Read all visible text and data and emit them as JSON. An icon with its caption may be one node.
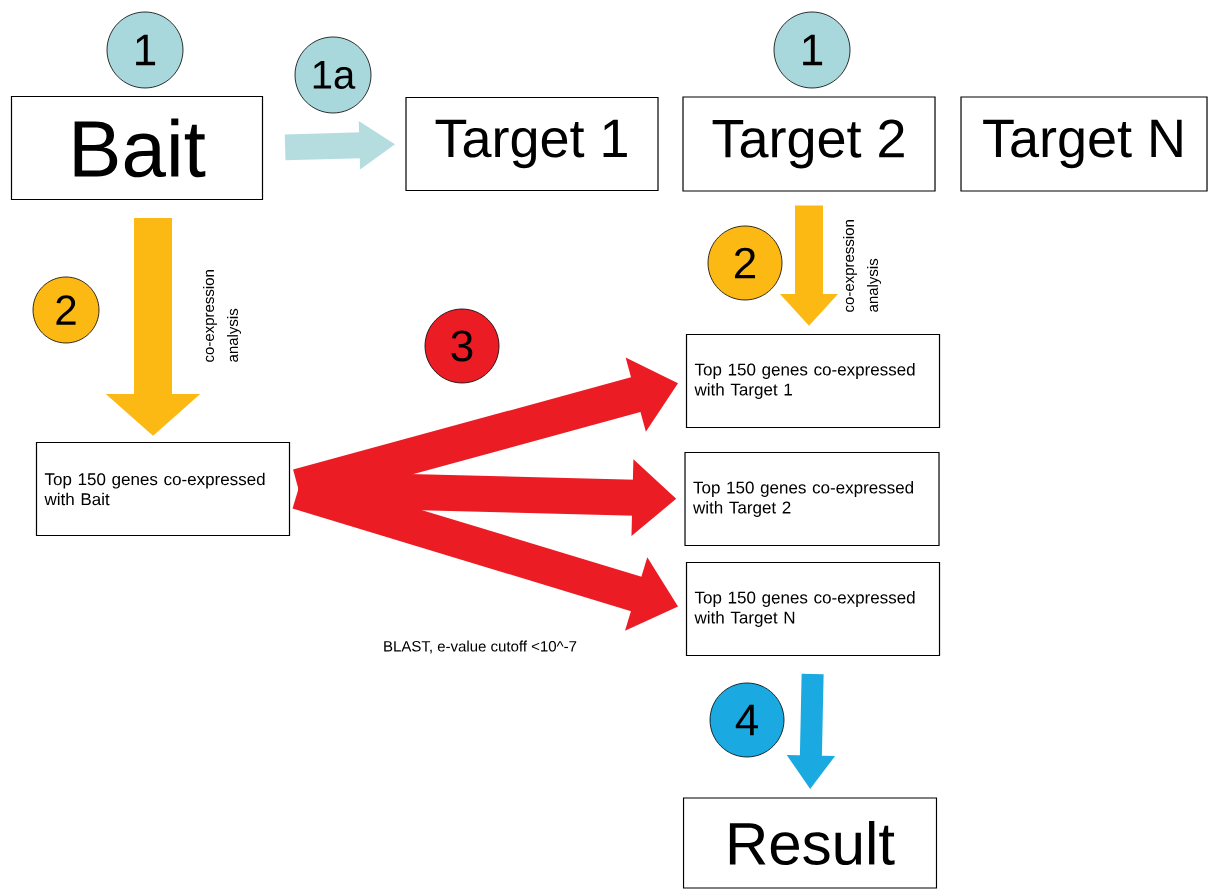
{
  "diagram": {
    "nodes": [
      {
        "text": [
          "1"
        ]
      },
      {
        "text": [
          "1a"
        ]
      },
      {
        "text": [
          "1"
        ]
      },
      {
        "text": [
          "Bait"
        ]
      },
      {
        "text": [
          "Target 1"
        ]
      },
      {
        "text": [
          "Target 2"
        ]
      },
      {
        "text": [
          "Target N"
        ]
      },
      {
        "text": [
          "2"
        ]
      },
      {
        "text": [
          "2"
        ]
      },
      {
        "text": [
          "3"
        ]
      },
      {
        "text": [
          "Top 150 genes co-expressed with Target 1"
        ]
      },
      {
        "text": [
          "Top 150 genes co-expressed with Bait"
        ]
      },
      {
        "text": [
          "Top 150 genes co-expressed with Target 2"
        ]
      },
      {
        "text": [
          "Top 150 genes co-expressed with Target N"
        ]
      },
      {
        "text": [
          "4"
        ]
      },
      {
        "text": [
          "Result"
        ]
      }
    ],
    "edges": [
      {
        "from": 3,
        "to": 4,
        "arrow": "to",
        "color": "#b5dde0"
      },
      {
        "from": 3,
        "to": 11,
        "arrow": "to",
        "label": "co-expression analysis",
        "color": "#fdb913"
      },
      {
        "from": 5,
        "to": 10,
        "arrow": "to",
        "label": "co-expression analysis",
        "color": "#fdb913"
      },
      {
        "from": 11,
        "to": 10,
        "arrow": "to",
        "color": "#ec1c24"
      },
      {
        "from": 11,
        "to": 12,
        "arrow": "to",
        "color": "#ec1c24"
      },
      {
        "from": 11,
        "to": 13,
        "arrow": "to",
        "color": "#ec1c24"
      },
      {
        "from": 13,
        "to": 15,
        "arrow": "to",
        "color": "#1aa9e1"
      }
    ],
    "labels": [
      "BLAST, e-value cutoff <10^-7"
    ]
  }
}
